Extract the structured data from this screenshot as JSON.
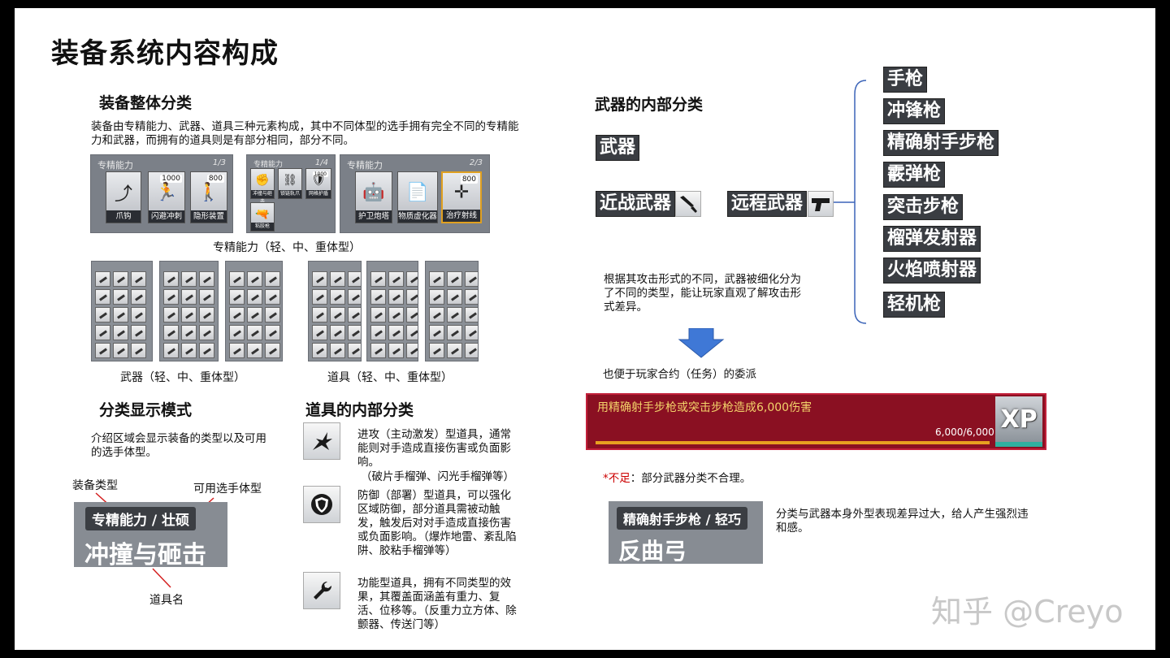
{
  "title": "装备系统内容构成",
  "overview": {
    "heading": "装备整体分类",
    "desc": "装备由专精能力、武器、道具三种元素构成，其中不同体型的选手拥有完全不同的专精能力和武器，而拥有的道具则是有部分相同，部分不同。",
    "ability_caption": "专精能力（轻、中、重体型）",
    "weapon_caption": "武器（轻、中、重体型）",
    "item_caption": "道具（轻、中、重体型）",
    "panel1": {
      "header": "专精能力",
      "count": "1/3",
      "cards": [
        {
          "label": "爪钩",
          "cost": ""
        },
        {
          "label": "闪避冲刺",
          "cost": "1000"
        },
        {
          "label": "隐形装置",
          "cost": "800"
        }
      ]
    },
    "panel2": {
      "header": "专精能力",
      "count": "1/4",
      "cards": [
        {
          "label": "冲撞与砸击",
          "cost": ""
        },
        {
          "label": "锁链轨爪",
          "cost": ""
        },
        {
          "label": "网格护盾",
          "cost": "1000"
        },
        {
          "label": "粘胶枪",
          "cost": ""
        }
      ]
    },
    "panel3": {
      "header": "专精能力",
      "count": "2/3",
      "cards": [
        {
          "label": "护卫炮塔",
          "cost": ""
        },
        {
          "label": "物质虚化器",
          "cost": ""
        },
        {
          "label": "治疗射线",
          "cost": "800"
        }
      ]
    }
  },
  "display_mode": {
    "heading": "分类显示模式",
    "desc": "介绍区域会显示装备的类型以及可用的选手体型。",
    "callout_type": "装备类型",
    "callout_body": "可用选手体型",
    "callout_name": "道具名",
    "sample_tag": "专精能力 / 壮硕",
    "sample_name": "冲撞与砸击"
  },
  "items": {
    "heading": "道具的内部分类",
    "entries": [
      {
        "icon": "explosion-icon",
        "text": "进攻（主动激发）型道具，通常能则对手造成直接伤害或负面影响。",
        "note": "（破片手榴弹、闪光手榴弹等）"
      },
      {
        "icon": "shield-icon",
        "text": "防御（部署）型道具，可以强化区域防御，部分道具需被动触发，触发后对对手造成直接伤害或负面影响。（爆炸地雷、紊乱陷阱、胶粘手榴弹等）",
        "note": ""
      },
      {
        "icon": "wrench-icon",
        "text": "功能型道具，拥有不同类型的效果，其覆盖面涵盖有重力、复活、位移等。（反重力立方体、除颤器、传送门等）",
        "note": ""
      }
    ]
  },
  "weapons": {
    "heading": "武器的内部分类",
    "root": "武器",
    "melee": "近战武器",
    "ranged": "远程武器",
    "types": [
      "手枪",
      "冲锋枪",
      "精确射手步枪",
      "霰弹枪",
      "突击步枪",
      "榴弹发射器",
      "火焰喷射器",
      "轻机枪"
    ],
    "desc": "根据其攻击形式的不同，武器被细化分为了不同的类型，能让玩家直观了解攻击形式差异。",
    "benefit": "也便于玩家合约（任务）的委派",
    "contract_text": "用精确射手步枪或突击步枪造成6,000伤害",
    "contract_progress": "6,000/6,000",
    "contract_fraction": 1.0,
    "xp_label": "XP",
    "flaw_prefix": "*不足",
    "flaw_text": "：部分武器分类不合理。",
    "flaw_tag": "精确射手步枪 / 轻巧",
    "flaw_name": "反曲弓",
    "flaw_desc": "分类与武器本身外型表现差异过大，给人产生强烈违和感。"
  },
  "watermark": "知乎 @Creyo",
  "colors": {
    "contract_bg": "#8a1022",
    "contract_border": "#c2203a",
    "progress": "#e8a020",
    "arrow": "#3f78d6",
    "flaw": "#cc0000"
  }
}
